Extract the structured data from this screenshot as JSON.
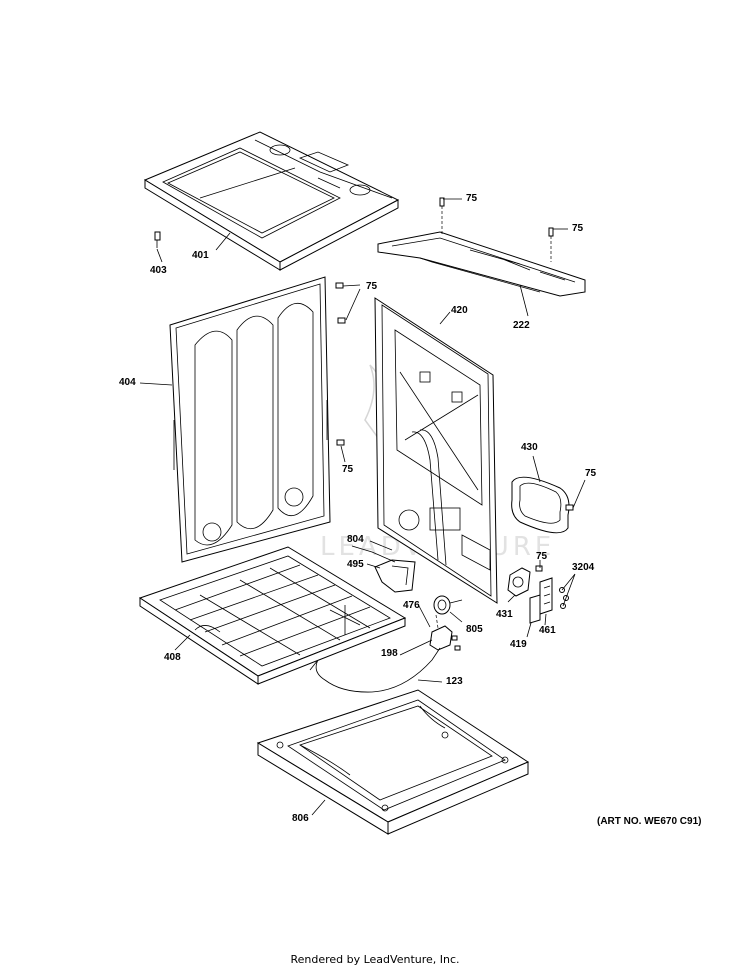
{
  "labels": {
    "p75a": "75",
    "p75b": "75",
    "p75c": "75",
    "p75d": "75",
    "p75e": "75",
    "p75f": "75",
    "p401": "401",
    "p403": "403",
    "p222": "222",
    "p420": "420",
    "p404": "404",
    "p430": "430",
    "p804": "804",
    "p495": "495",
    "p3204": "3204",
    "p476": "476",
    "p431": "431",
    "p805": "805",
    "p419": "419",
    "p461": "461",
    "p198": "198",
    "p408": "408",
    "p123": "123",
    "p806": "806"
  },
  "art_number": "(ART NO. WE670 C91)",
  "footer": "Rendered by LeadVenture, Inc."
}
